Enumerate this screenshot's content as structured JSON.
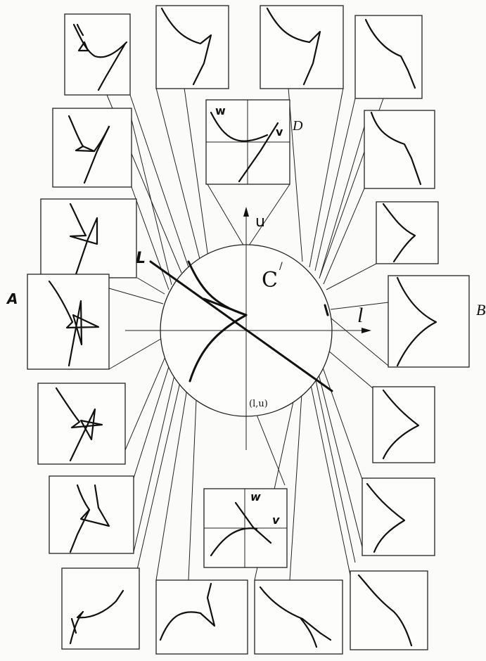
{
  "labels": {
    "u_axis": "u",
    "l_axis": "l",
    "circle": "C",
    "circle_sup": "/",
    "L": "L",
    "A": "A",
    "B": "B",
    "D": "D",
    "origin": "(l,u)",
    "top_w": "w",
    "top_v": "v",
    "bottom_w": "w",
    "bottom_v": "v"
  }
}
